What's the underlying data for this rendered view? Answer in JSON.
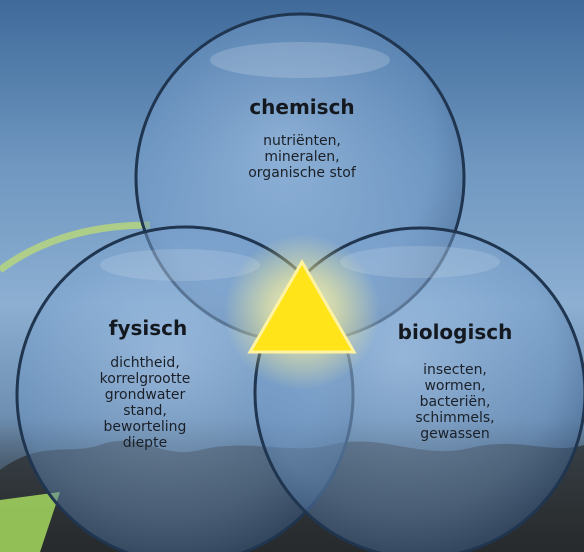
{
  "diagram": {
    "circles": {
      "chemical": {
        "title": "chemisch",
        "lines": [
          "nutriënten,",
          "mineralen,",
          "organische stof"
        ]
      },
      "physical": {
        "title": "fysisch",
        "lines": [
          "dichtheid,",
          "korrelgrootte",
          "grondwater",
          "stand,",
          "beworteling",
          "diepte"
        ]
      },
      "biological": {
        "title": "biologisch",
        "lines": [
          "insecten,",
          "wormen,",
          "bacteriën,",
          "schimmels,",
          "gewassen"
        ]
      }
    },
    "center_symbol": "triangle-icon",
    "colors": {
      "circle_fill": "#7ea6d2",
      "circle_stroke": "#1f3550",
      "triangle": "#ffe419",
      "glow": "#fff7a0",
      "arc": "#b9d879"
    }
  }
}
